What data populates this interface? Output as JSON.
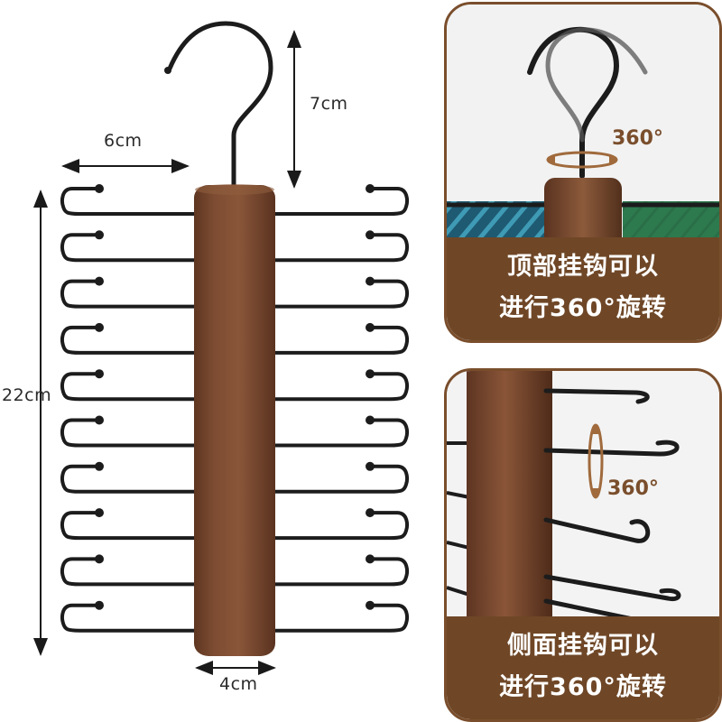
{
  "dimensions": {
    "hook_height": "7cm",
    "hook_span": "6cm",
    "total_height": "22cm",
    "body_width": "4cm"
  },
  "panel_top": {
    "rotation_label": "360°",
    "caption_line1": "顶部挂钩可以",
    "caption_line2": "进行360°旋转"
  },
  "panel_bottom": {
    "rotation_label": "360°",
    "caption_line1": "侧面挂钩可以",
    "caption_line2": "进行360°旋转"
  },
  "colors": {
    "wood": "#7a4a31",
    "wood_dark": "#5e3621",
    "hook_metal": "#1c1c1c",
    "accent_brown": "#7a4e2c",
    "tie_blue": "#1e5a72",
    "tie_green": "#2d7a4e"
  }
}
